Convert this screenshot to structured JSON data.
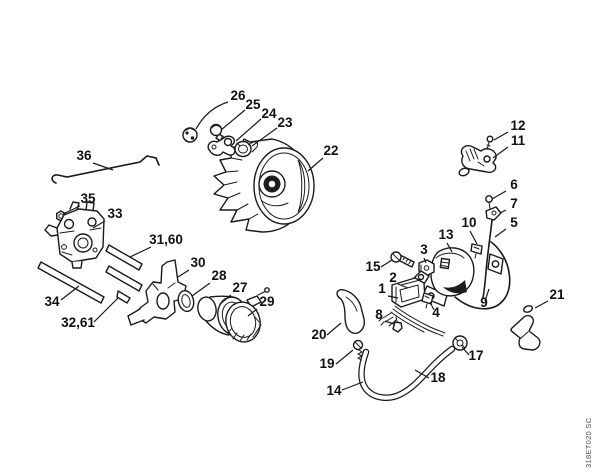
{
  "diagram": {
    "kind": "exploded-parts-diagram",
    "drawing_code": "318ET020 SC",
    "colors": {
      "line": "#1a1a1a",
      "background": "#ffffff",
      "label_text": "#111111",
      "code_text": "#555555",
      "arrow_fill": "#1d1d1d"
    },
    "labels": [
      {
        "text": "1"
      },
      {
        "text": "2"
      },
      {
        "text": "3"
      },
      {
        "text": "4"
      },
      {
        "text": "5"
      },
      {
        "text": "6"
      },
      {
        "text": "7"
      },
      {
        "text": "8"
      },
      {
        "text": "9"
      },
      {
        "text": "10"
      },
      {
        "text": "11"
      },
      {
        "text": "12"
      },
      {
        "text": "13"
      },
      {
        "text": "14"
      },
      {
        "text": "15"
      },
      {
        "text": "17"
      },
      {
        "text": "18"
      },
      {
        "text": "19"
      },
      {
        "text": "20"
      },
      {
        "text": "21"
      },
      {
        "text": "22"
      },
      {
        "text": "23"
      },
      {
        "text": "24"
      },
      {
        "text": "25"
      },
      {
        "text": "26"
      },
      {
        "text": "27"
      },
      {
        "text": "28"
      },
      {
        "text": "29"
      },
      {
        "text": "30"
      },
      {
        "text": "31,60"
      },
      {
        "text": "32,61"
      },
      {
        "text": "33"
      },
      {
        "text": "34"
      },
      {
        "text": "35"
      },
      {
        "text": "36"
      }
    ]
  }
}
